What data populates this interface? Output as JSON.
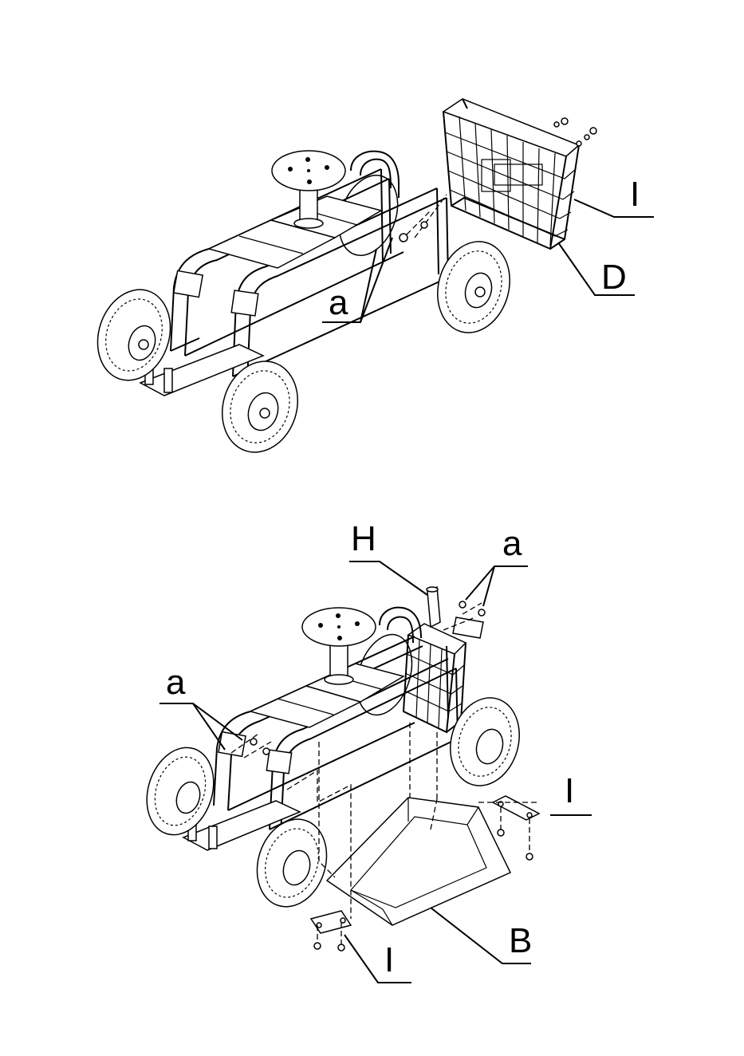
{
  "diagrams": [
    {
      "id": "basket-attachment",
      "labels": {
        "basket_bolt": "I",
        "basket": "D",
        "fasteners": "a"
      }
    },
    {
      "id": "tray-attachment",
      "labels": {
        "handle": "H",
        "fasteners_top": "a",
        "fasteners_left": "a",
        "bracket_right": "I",
        "tray": "B",
        "bracket_bottom": "I"
      }
    }
  ],
  "colors": {
    "ink": "#000000",
    "paper": "#ffffff"
  },
  "icons": [
    "wheel-icon",
    "seat-icon",
    "basket-icon",
    "bolt-icon",
    "nut-icon"
  ]
}
